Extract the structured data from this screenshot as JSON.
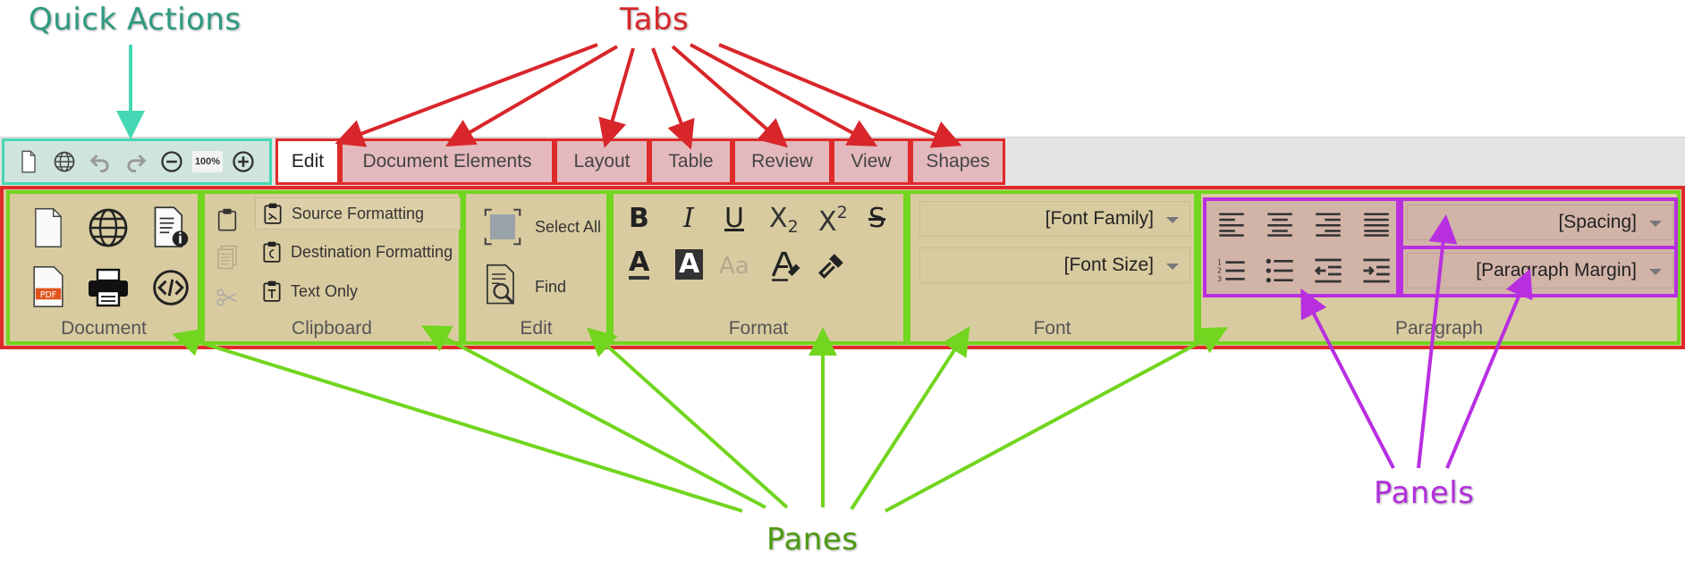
{
  "annotations": {
    "quick_actions": "Quick Actions",
    "tabs": "Tabs",
    "panes": "Panes",
    "panels": "Panels"
  },
  "quick_actions": {
    "icons": [
      "new-document-icon",
      "globe-icon",
      "undo-icon",
      "redo-icon",
      "zoom-out-icon",
      "zoom-level",
      "zoom-in-icon"
    ],
    "zoom": "100%"
  },
  "tabs": [
    {
      "label": "Edit",
      "active": true
    },
    {
      "label": "Document Elements",
      "active": false
    },
    {
      "label": "Layout",
      "active": false
    },
    {
      "label": "Table",
      "active": false
    },
    {
      "label": "Review",
      "active": false
    },
    {
      "label": "View",
      "active": false
    },
    {
      "label": "Shapes",
      "active": false
    }
  ],
  "panes": {
    "document": {
      "title": "Document"
    },
    "clipboard": {
      "title": "Clipboard",
      "source": "Source Formatting",
      "destination": "Destination Formatting",
      "text_only": "Text Only"
    },
    "edit": {
      "title": "Edit",
      "select_all": "Select All",
      "find": "Find"
    },
    "format": {
      "title": "Format",
      "bold": "B",
      "italic": "I",
      "underline": "U",
      "subscript": "X",
      "subscript_digit": "2",
      "superscript": "X",
      "superscript_digit": "2",
      "strike": "S",
      "font_color": "A",
      "highlight": "A",
      "case": "Aa"
    },
    "font": {
      "title": "Font",
      "family": "[Font Family]",
      "size": "[Font Size]"
    },
    "paragraph": {
      "title": "Paragraph",
      "spacing": "[Spacing]",
      "margin": "[Paragraph Margin]"
    }
  },
  "colors": {
    "ribbon": "#d9cba0",
    "tab_border": "#df2a2a",
    "pane_border": "#72d51f",
    "panel_border": "#b82fe0",
    "quick_border": "#46d7b4"
  }
}
